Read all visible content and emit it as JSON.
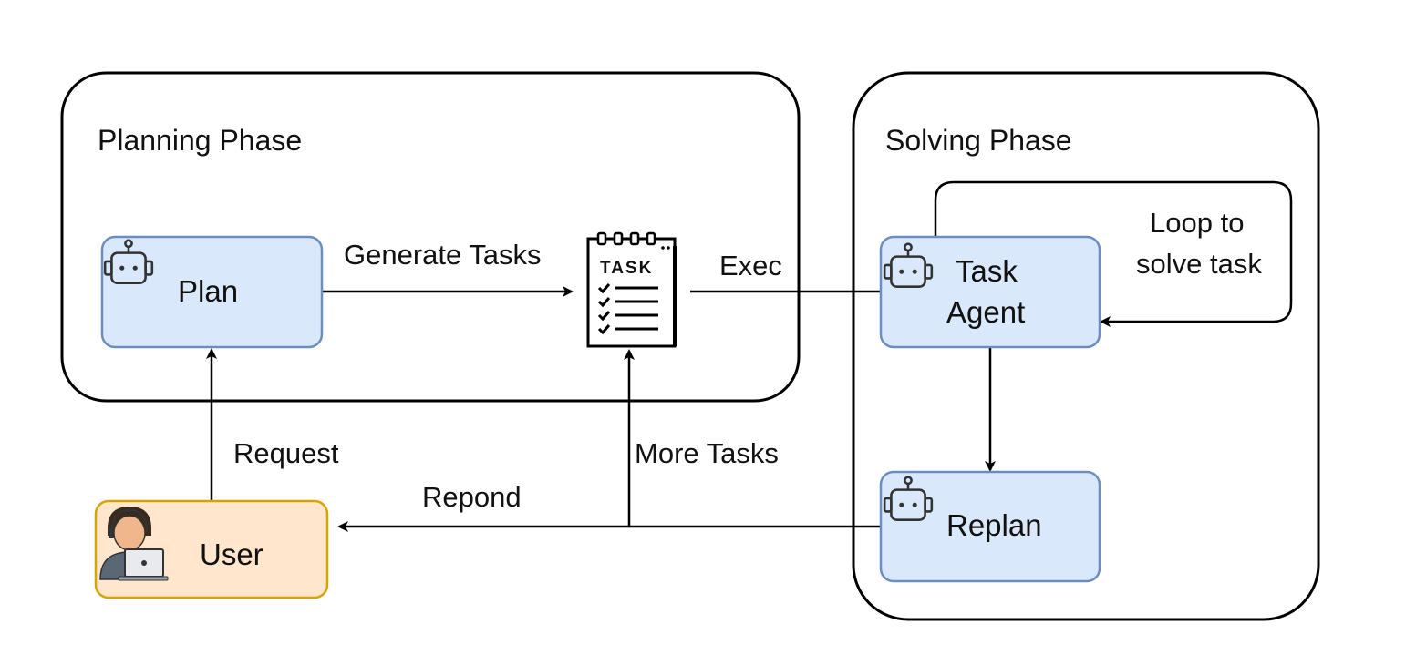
{
  "phases": {
    "planning": {
      "label": "Planning Phase"
    },
    "solving": {
      "label": "Solving Phase"
    }
  },
  "nodes": {
    "plan": {
      "label": "Plan",
      "icon": "robot-icon"
    },
    "task_list": {
      "label": "TASK",
      "icon": "task-list-icon"
    },
    "task_agent": {
      "label_line1": "Task",
      "label_line2": "Agent",
      "icon": "robot-icon"
    },
    "replan": {
      "label": "Replan",
      "icon": "robot-icon"
    },
    "user": {
      "label": "User",
      "icon": "user-laptop-icon"
    }
  },
  "edges": {
    "generate_tasks": "Generate Tasks",
    "exec": "Exec",
    "loop_line1": "Loop to",
    "loop_line2": "solve task",
    "request": "Request",
    "more_tasks": "More Tasks",
    "respond": "Repond"
  },
  "colors": {
    "node_fill": "#dae8fc",
    "node_stroke": "#6c8ebf",
    "user_fill": "#ffe6cc",
    "user_stroke": "#d6a400",
    "line": "#000000"
  }
}
